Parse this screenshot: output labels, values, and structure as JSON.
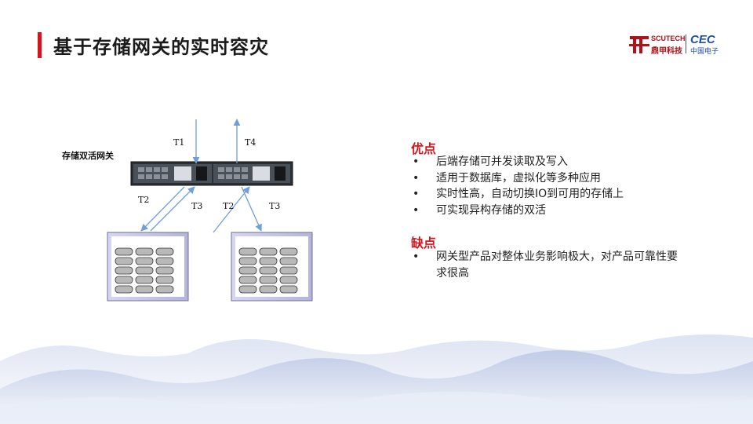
{
  "title": "基于存储网关的实时容灾",
  "logo": {
    "brand_en": "SCUTECH",
    "brand_cn": "鼎甲科技",
    "partner_en": "CEC",
    "partner_cn": "中国电子"
  },
  "diagram": {
    "gateway_label": "存储双活网关",
    "arrows": {
      "t1": "T1",
      "t4": "T4",
      "t2_left": "T2",
      "t3_left": "T3",
      "t2_right": "T2",
      "t3_right": "T3"
    }
  },
  "pros": {
    "heading": "优点",
    "items": [
      "后端存储可并发读取及写入",
      "适用于数据库，虚拟化等多种应用",
      "实时性高，自动切换IO到可用的存储上",
      "可实现异构存储的双活"
    ]
  },
  "cons": {
    "heading": "缺点",
    "items": [
      "网关型产品对整体业务影响极大，对产品可靠性要求很高"
    ]
  },
  "colors": {
    "accent_red": "#d7141c",
    "arrow_blue": "#6f9fd8",
    "cabinet_lavender": "#c9c9ec",
    "mountain_blue": "#b9c6e4"
  }
}
